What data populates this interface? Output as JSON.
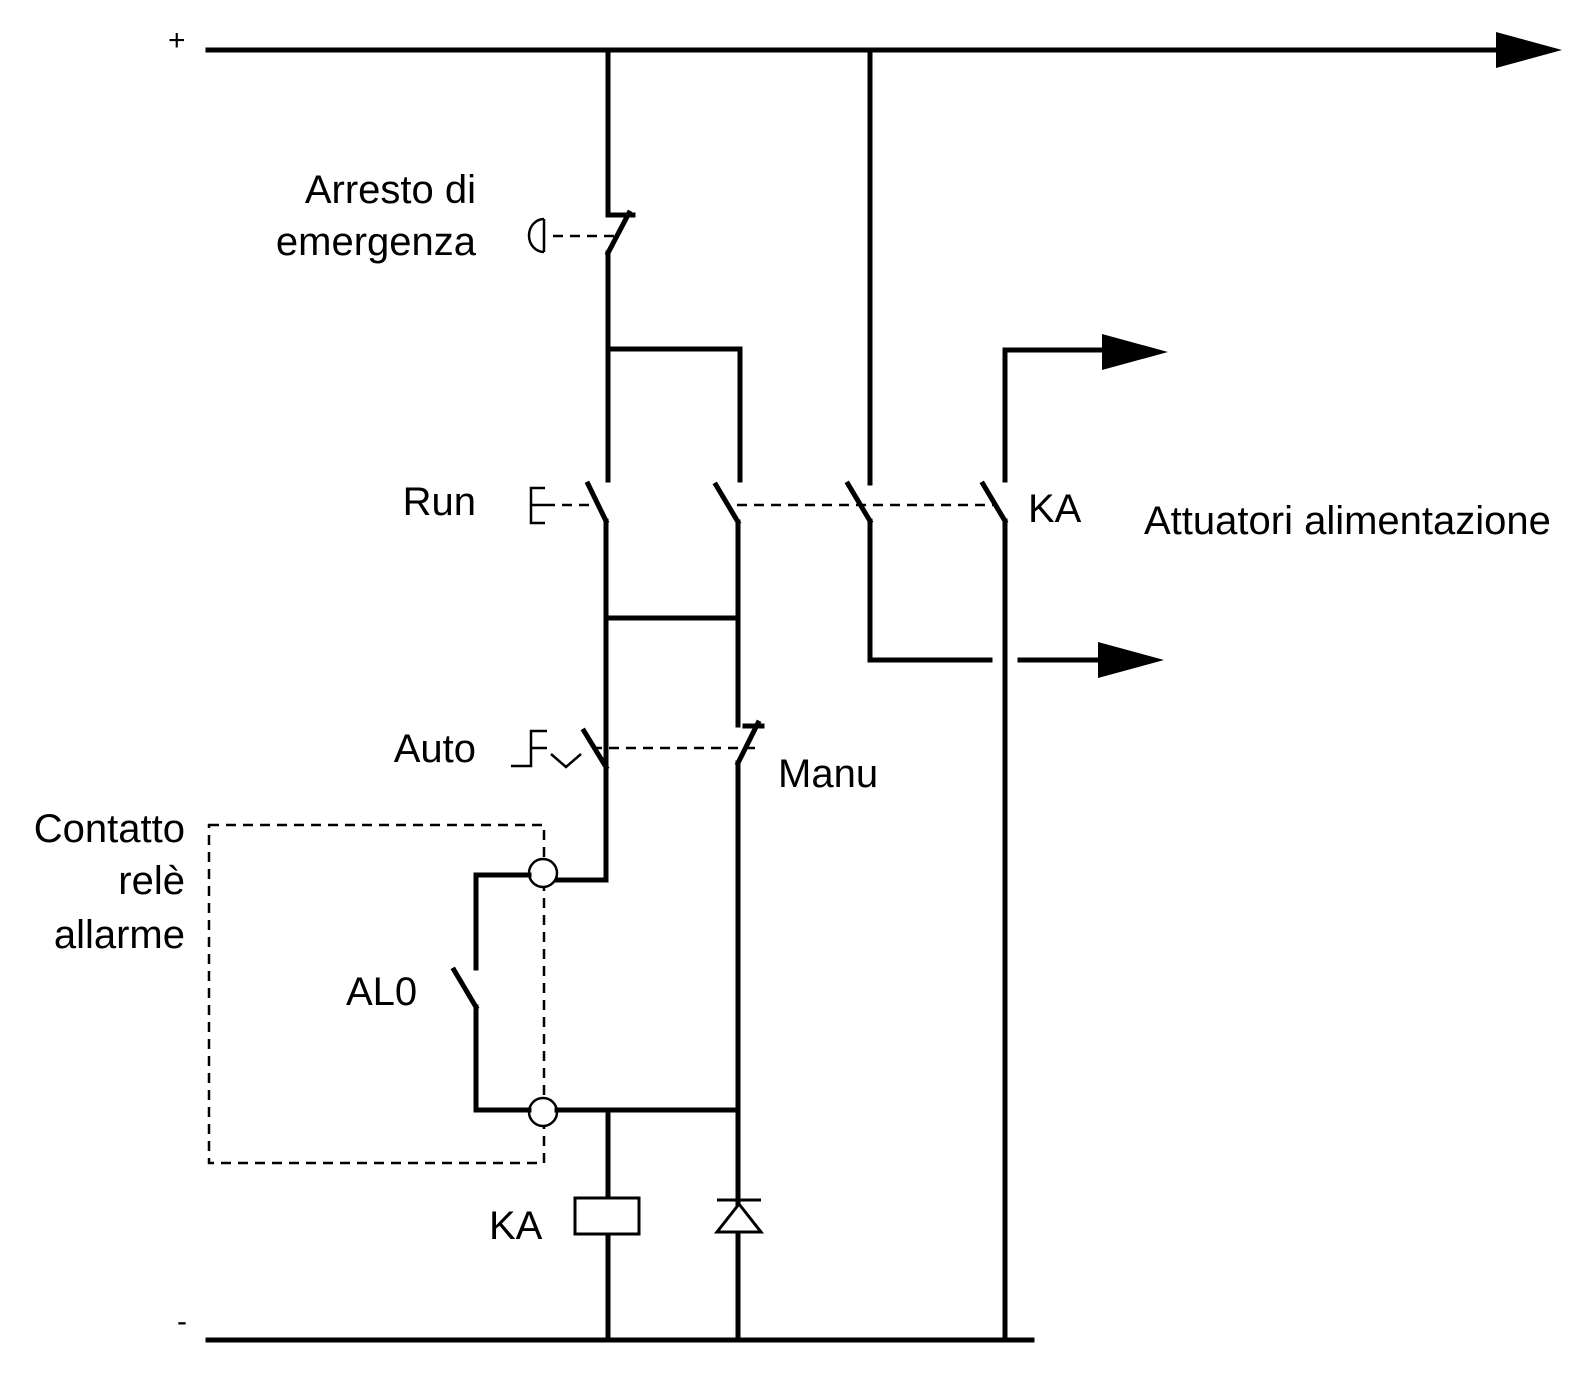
{
  "rails": {
    "positive": "+",
    "negative": "-"
  },
  "labels": {
    "emergency_line1": "Arresto di",
    "emergency_line2": "emergenza",
    "run": "Run",
    "ka_contact": "KA",
    "actuators": "Attuatori alimentazione",
    "auto": "Auto",
    "manu": "Manu",
    "alarm_line1": "Contatto",
    "alarm_line2": "relè",
    "alarm_line3": "allarme",
    "al0": "AL0",
    "ka_coil": "KA"
  }
}
